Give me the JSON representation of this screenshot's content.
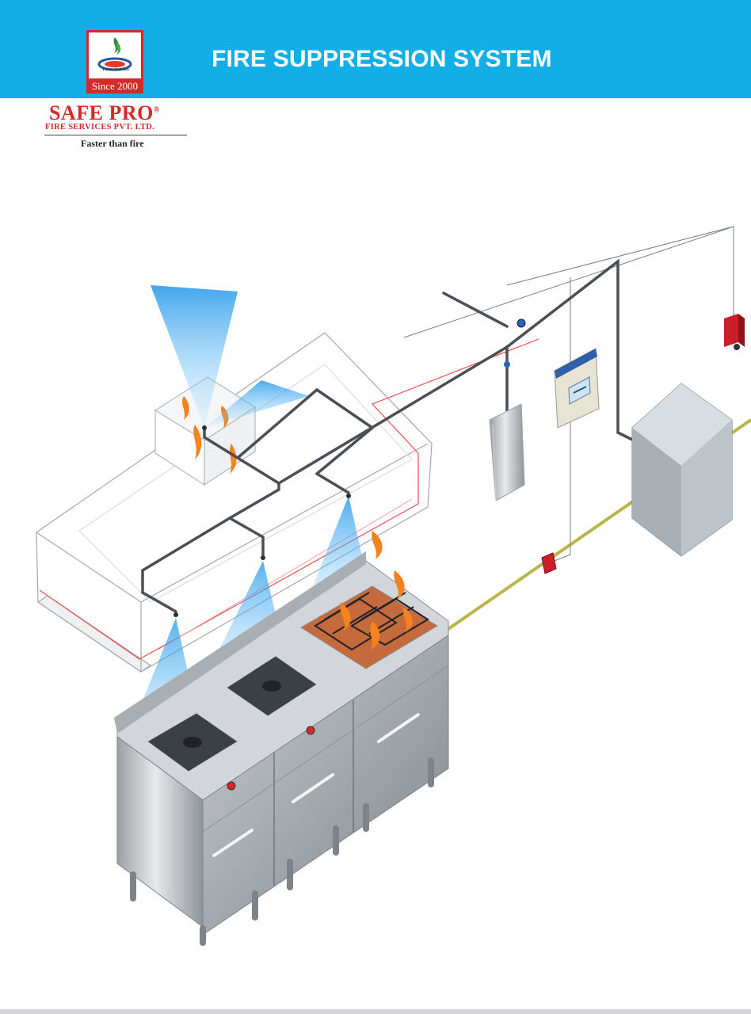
{
  "header": {
    "title": "FIRE SUPPRESSION SYSTEM",
    "color": "#14aee6"
  },
  "logo": {
    "badge_tagline": "Faster than fire",
    "badge_label": "Since 2000",
    "brand_name": "SAFE PRO",
    "registered_mark": "®",
    "brand_subtitle": "FIRE SERVICES PVT. LTD.",
    "brand_tagline": "Faster than fire",
    "brand_color": "#d22b2b"
  },
  "diagram": {
    "icons": [
      "discharge-nozzle-icon",
      "agent-cylinder-icon",
      "control-panel-icon",
      "manual-pull-station-icon",
      "gas-shutoff-valve-icon",
      "cabinet-icon"
    ]
  }
}
